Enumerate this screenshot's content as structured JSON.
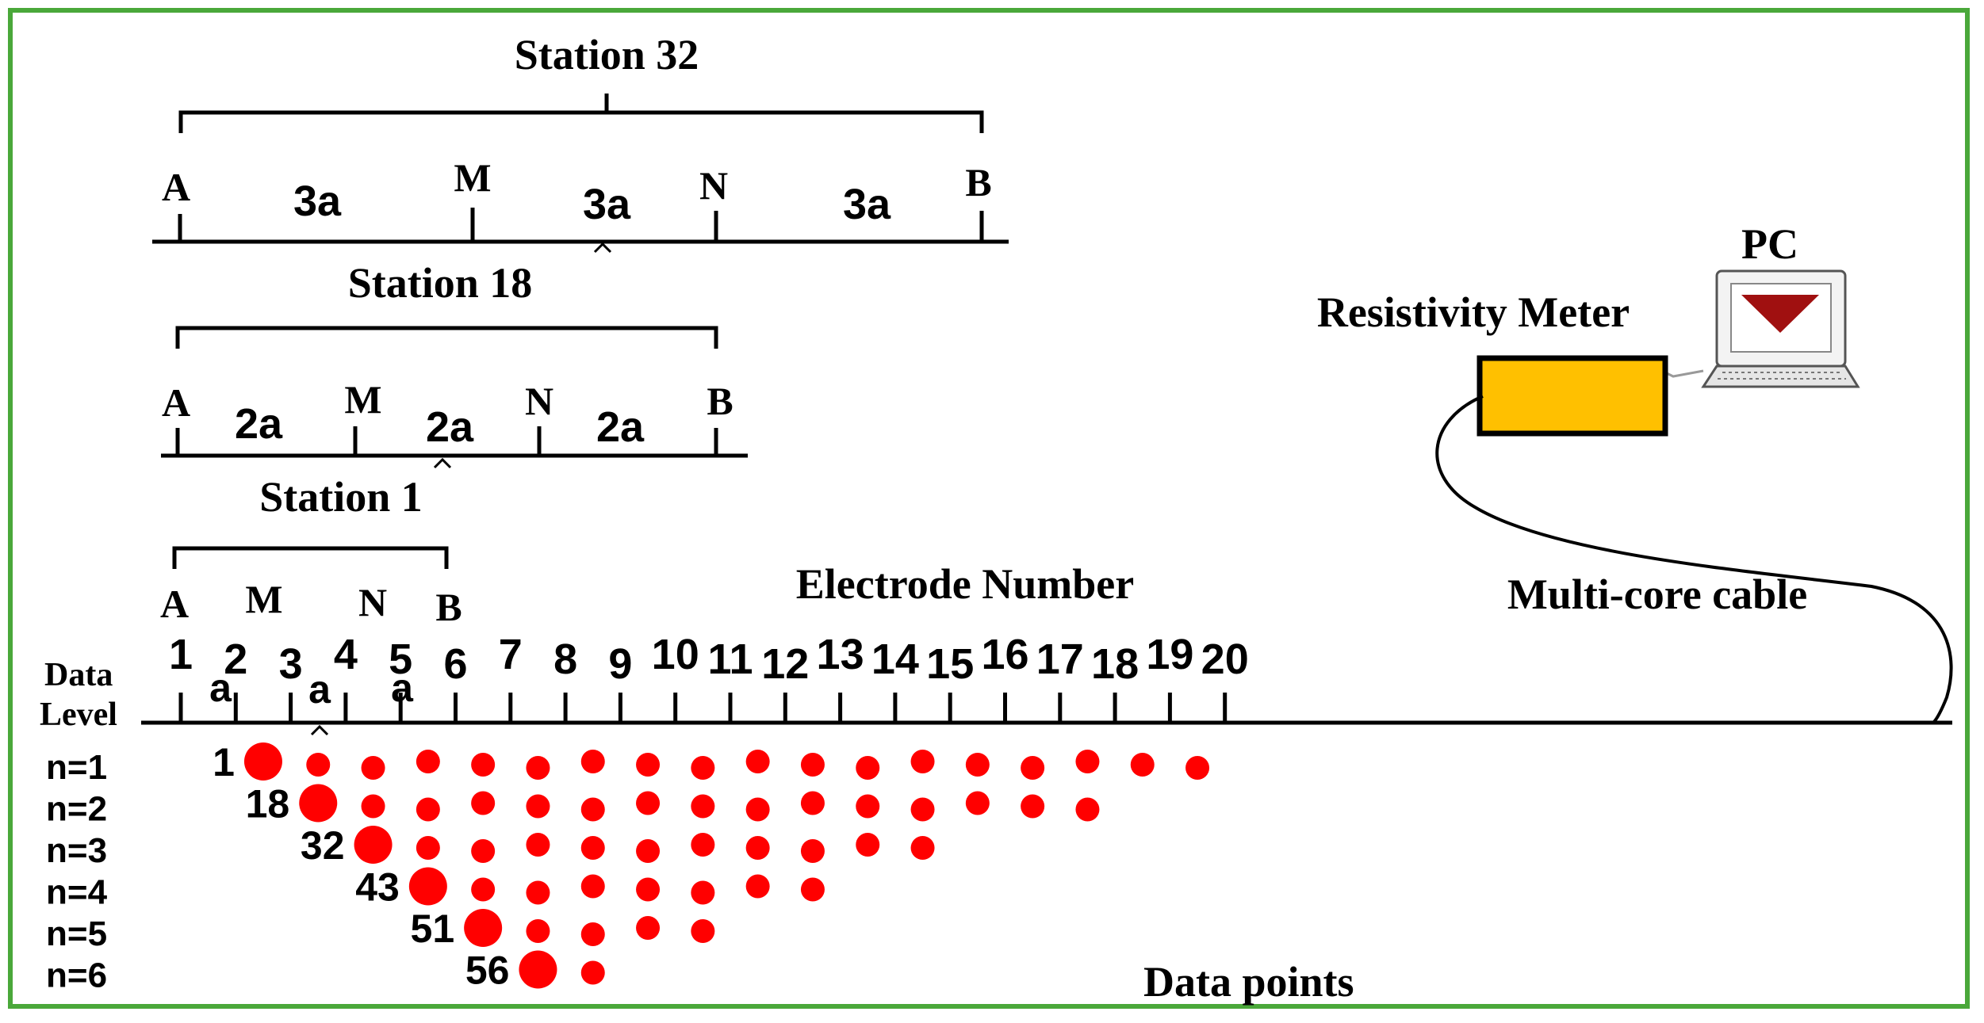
{
  "stations": [
    {
      "title": "Station 32",
      "electrode_labels": [
        "A",
        "M",
        "N",
        "B"
      ],
      "spacing_labels": [
        "3a",
        "3a",
        "3a"
      ]
    },
    {
      "title": "Station 18",
      "electrode_labels": [
        "A",
        "M",
        "N",
        "B"
      ],
      "spacing_labels": [
        "2a",
        "2a",
        "2a"
      ]
    },
    {
      "title": "Station 1",
      "electrode_labels": [
        "A",
        "M",
        "N",
        "B"
      ],
      "spacing_labels": [
        "a",
        "a",
        "a"
      ]
    }
  ],
  "equipment": {
    "pc_label": "PC",
    "meter_label": "Resistivity Meter",
    "cable_label": "Multi-core cable",
    "meter_color": "#ffc000",
    "screen_marker_color": "#a01010"
  },
  "electrode_number_label": "Electrode Number",
  "electrode_numbers": [
    "1",
    "2",
    "3",
    "4",
    "5",
    "6",
    "7",
    "8",
    "9",
    "10",
    "11",
    "12",
    "13",
    "14",
    "15",
    "16",
    "17",
    "18",
    "19",
    "20"
  ],
  "data_level_label": [
    "Data",
    "Level"
  ],
  "levels": [
    "n=1",
    "n=2",
    "n=3",
    "n=4",
    "n=5",
    "n=6"
  ],
  "data_points_label": "Data points",
  "highlighted_points": [
    "1",
    "18",
    "32",
    "43",
    "51",
    "56"
  ],
  "point_color": "#ff0000",
  "frame_color": "#4aa83a",
  "points_per_level": [
    18,
    15,
    11,
    8,
    5,
    2
  ]
}
